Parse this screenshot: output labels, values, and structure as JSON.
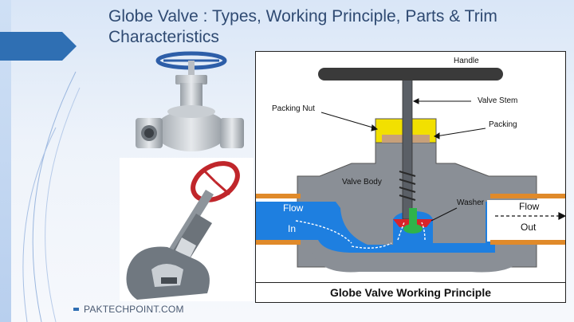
{
  "slide": {
    "title": "Globe Valve : Types, Working Principle, Parts & Trim Characteristics",
    "footer": "PAKTECHPOINT.COM"
  },
  "diagram": {
    "caption": "Globe Valve Working Principle",
    "labels": {
      "handle": "Handle",
      "valve_stem": "Valve Stem",
      "packing_nut": "Packing Nut",
      "packing": "Packing",
      "valve_body": "Valve Body",
      "washer": "Washer",
      "flow_in_1": "Flow",
      "flow_in_2": "In",
      "flow_out_1": "Flow",
      "flow_out_2": "Out"
    }
  },
  "colors": {
    "title": "#2f4a72",
    "accent_blue": "#2f6fb3",
    "valve_body": "#8a8f96",
    "water": "#1e7fe0",
    "packing": "#f2e000",
    "handle": "#3a3a3a",
    "pipe_flange": "#e08a2a",
    "wheel_blue": "#2d5ea8",
    "wheel_red": "#c0262b",
    "washer_red": "#d8232a",
    "seat_green": "#2fb34a"
  }
}
